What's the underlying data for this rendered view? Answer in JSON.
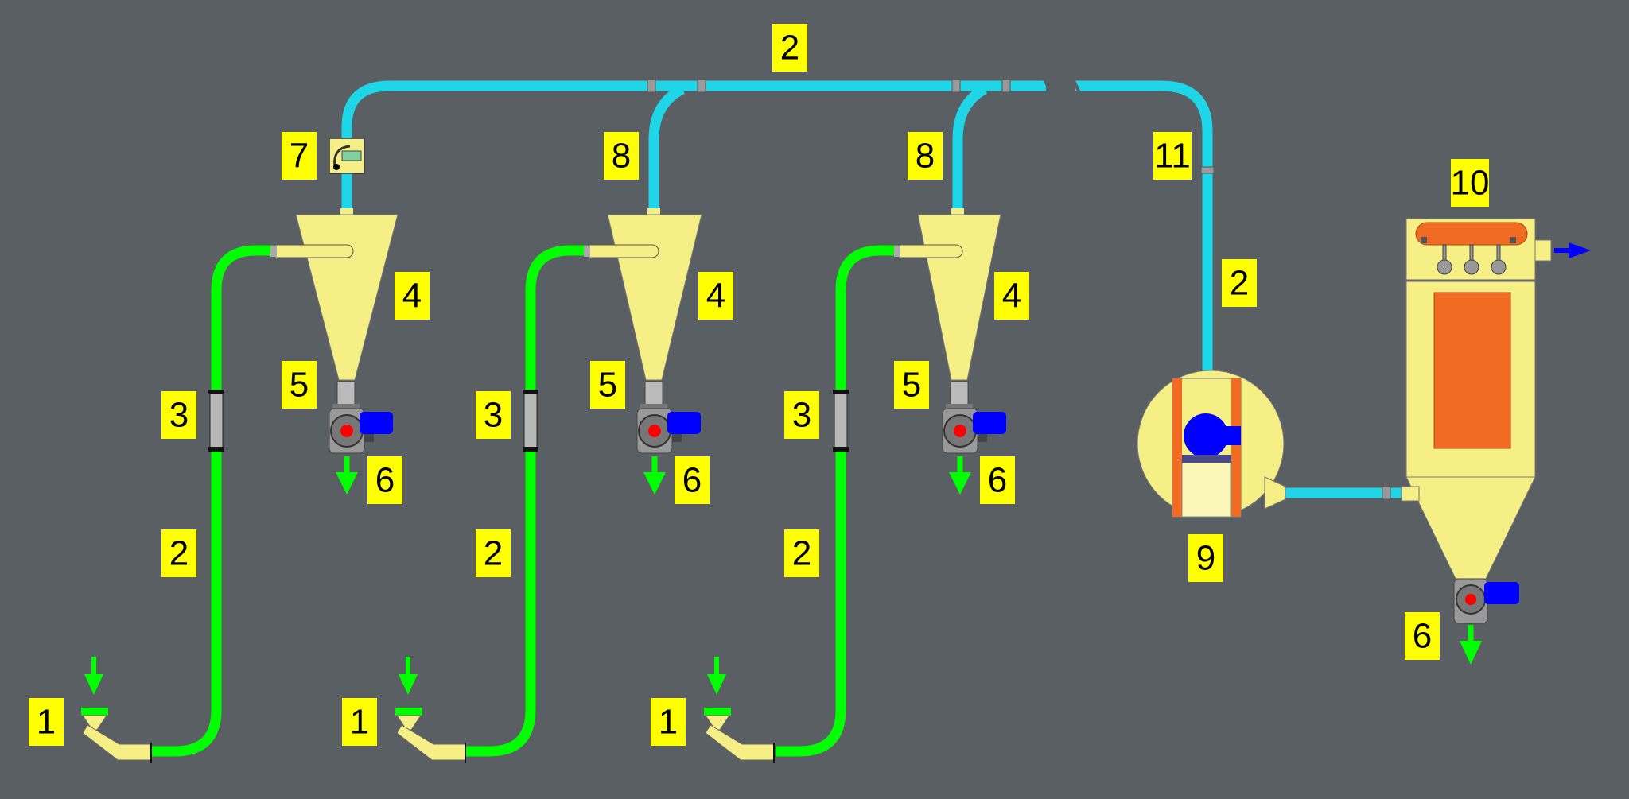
{
  "colors": {
    "background": "#5a5f63",
    "suction_pipe": "#00ff00",
    "air_pipe": "#1fd6e8",
    "equipment_body": "#f5ef85",
    "label_background": "#ffff00",
    "motor": "#0000ff",
    "outlet_arrow_air": "#0000ff",
    "filter_accent": "#f26b22"
  },
  "labels": {
    "feed_1": "1",
    "feed_2": "1",
    "feed_3": "1",
    "pipe_green_1": "2",
    "pipe_green_2": "2",
    "pipe_green_3": "2",
    "pipe_top": "2",
    "pipe_right": "2",
    "flex_1": "3",
    "flex_2": "3",
    "flex_3": "3",
    "cyclone_1": "4",
    "cyclone_2": "4",
    "cyclone_3": "4",
    "valve_1": "5",
    "valve_2": "5",
    "valve_3": "5",
    "discharge_1": "6",
    "discharge_2": "6",
    "discharge_3": "6",
    "discharge_filter": "6",
    "damper": "7",
    "branch_1": "8",
    "branch_2": "8",
    "fan": "9",
    "filter": "10",
    "silencer": "11"
  }
}
